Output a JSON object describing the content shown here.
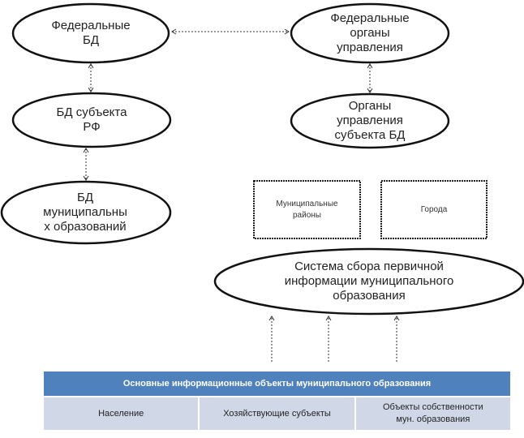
{
  "nodes": {
    "federal_db": "Федеральные\nБД",
    "federal_bodies": "Федеральные\nорганы\nуправления",
    "subject_db": "БД субъекта\nРФ",
    "subject_bodies": "Органы\nуправления\nсубъекта БД",
    "municipal_db": "БД\nмуниципальны\nх образований",
    "municipal_districts": "Муниципальные\nрайоны",
    "cities": "Города",
    "collection_system": "Система сбора первичной\nинформации муниципального\nобразования"
  },
  "table": {
    "header": "Основные информационные объекты муниципального образования",
    "cells": [
      "Население",
      "Хозяйствующие субъекты",
      "Объекты собственности\nмун. образования"
    ]
  },
  "colors": {
    "header": "#4f81bd",
    "cell": "#d0d8e8"
  }
}
